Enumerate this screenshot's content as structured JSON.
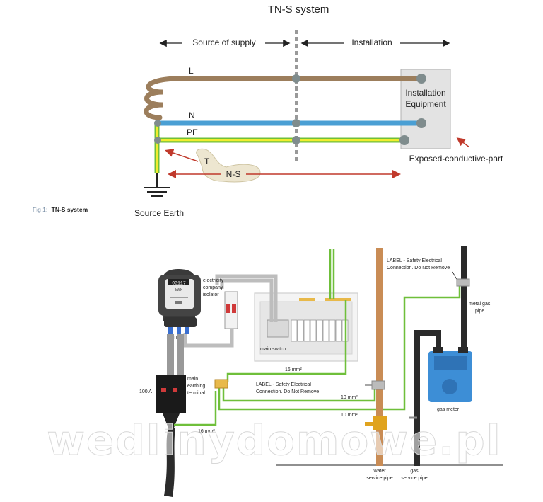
{
  "top": {
    "title": "TN-S system",
    "source_of_supply": "Source of supply",
    "installation": "Installation",
    "conductor_L": "L",
    "conductor_N": "N",
    "conductor_PE": "PE",
    "equipment_line1": "Installation",
    "equipment_line2": "Equipment",
    "exposed_part": "Exposed-conductive-part",
    "earth_T": "T",
    "system_NS": "N-S",
    "source_earth": "Source Earth",
    "fig_prefix": "Fig 1:",
    "fig_title": "TN-S system"
  },
  "bottom": {
    "meter_reading": "03117",
    "meter_unit": "kWh",
    "meter_terminals": "L N N E",
    "isolator_line1": "electricity",
    "isolator_line2": "company",
    "isolator_line3": "isolator",
    "fuse_rating": "100 A",
    "main_switch": "main switch",
    "met_line1": "main",
    "met_line2": "earthing",
    "met_line3": "terminal",
    "label_text_line1": "LABEL - Safety Electrical",
    "label_text_line2": "Connection. Do Not Remove",
    "label_top_line1": "LABEL - Safety Electrical",
    "label_top_line2": "Connection. Do Not Remove",
    "cable_16a": "16 mm²",
    "cable_10a": "10 mm²",
    "cable_10b": "10 mm²",
    "cable_16b": "16 mm²",
    "metal_gas_pipe_line1": "metal gas",
    "metal_gas_pipe_line2": "pipe",
    "gas_meter": "gas meter",
    "water_line1": "water",
    "water_line2": "service pipe",
    "gas_line1": "gas",
    "gas_line2": "service pipe"
  },
  "watermark": "wedlinydomowe.pl",
  "colors": {
    "line_brown": "#9c7e5c",
    "neutral_blue": "#4a9fd4",
    "earth_green": "#6fbf3a",
    "earth_yellow": "#f2ec2e",
    "arrow_red": "#c0392b",
    "equipment_grey": "#e3e3e3",
    "copper_pipe": "#c98c55",
    "gas_meter_blue": "#3d8ed6"
  }
}
